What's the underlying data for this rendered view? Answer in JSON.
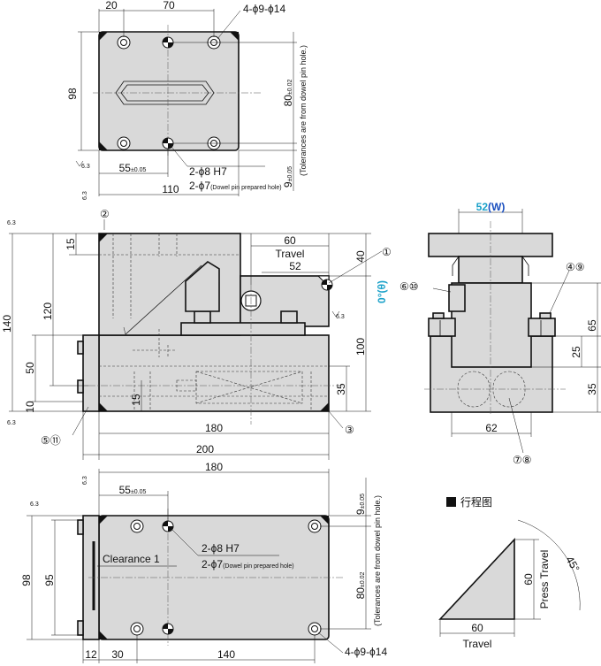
{
  "top_view": {
    "dim_20": "20",
    "dim_70": "70",
    "holes_spec": "4-ϕ9-ϕ14",
    "dim_98": "98",
    "dim_80": "80",
    "dim_80_tol": "±0.02",
    "tolerance_note": "(Tolerances are from dowel pin hole.)",
    "dim_9": "9",
    "dim_9_tol": "±0.05",
    "dim_55": "55",
    "dim_55_tol": "±0.05",
    "dowel_spec_1": "2-ϕ8 H7",
    "dowel_spec_2": "2-ϕ7",
    "dowel_note": "(Dowel pin prepared hole)",
    "dim_110": "110",
    "roughness": "6.3"
  },
  "front_view": {
    "dim_60": "60",
    "travel_label": "Travel",
    "dim_52": "52",
    "dim_40": "40",
    "dim_15": "15",
    "dim_120": "120",
    "dim_140": "140",
    "dim_50": "50",
    "dim_10": "10",
    "dim_15b": "15",
    "dim_100": "100",
    "dim_35": "35",
    "dim_180": "180",
    "dim_200": "200",
    "angle_label": "0°(θ)",
    "roughness": "6.3",
    "callout_1": "①",
    "callout_2": "②",
    "callout_3": "③",
    "callout_5_11": "⑤⑪"
  },
  "side_view": {
    "width_value": "52",
    "width_var": "(W)",
    "callout_4_9": "④⑨",
    "callout_6_10": "⑥⑩",
    "callout_7_8": "⑦⑧",
    "dim_65": "65",
    "dim_25": "25",
    "dim_35": "35",
    "dim_62": "62"
  },
  "bottom_view": {
    "dim_180": "180",
    "dim_55": "55",
    "dim_55_tol": "±0.05",
    "dim_9": "9",
    "dim_9_tol": "±0.05",
    "clearance_label": "Clearance 1",
    "dowel_spec_1": "2-ϕ8 H7",
    "dowel_spec_2": "2-ϕ7",
    "dowel_note": "(Dowel pin prepared hole)",
    "dim_80": "80",
    "dim_80_tol": "±0.02",
    "tolerance_note": "(Tolerances are from dowel pin hole.)",
    "dim_98": "98",
    "dim_95": "95",
    "dim_12": "12",
    "dim_30": "30",
    "dim_140": "140",
    "holes_spec": "4-ϕ9-ϕ14",
    "roughness": "6.3"
  },
  "stroke_diagram": {
    "title": "行程图",
    "press_label": "Press Travel",
    "press_value": "60",
    "angle_value": "45°",
    "travel_label": "Travel",
    "travel_value": "60"
  }
}
